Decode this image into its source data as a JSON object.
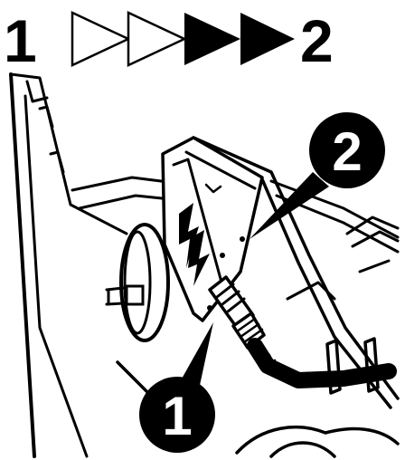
{
  "header": {
    "start_step": "1",
    "end_step": "2",
    "arrows": [
      {
        "icon": "hollow-arrow-icon",
        "filled": false
      },
      {
        "icon": "hollow-arrow-icon",
        "filled": false
      },
      {
        "icon": "solid-arrow-icon",
        "filled": true
      },
      {
        "icon": "solid-arrow-icon",
        "filled": true
      }
    ]
  },
  "callouts": [
    {
      "label": "1"
    },
    {
      "label": "2"
    }
  ],
  "colors": {
    "ink": "#000000",
    "paper": "#ffffff"
  }
}
